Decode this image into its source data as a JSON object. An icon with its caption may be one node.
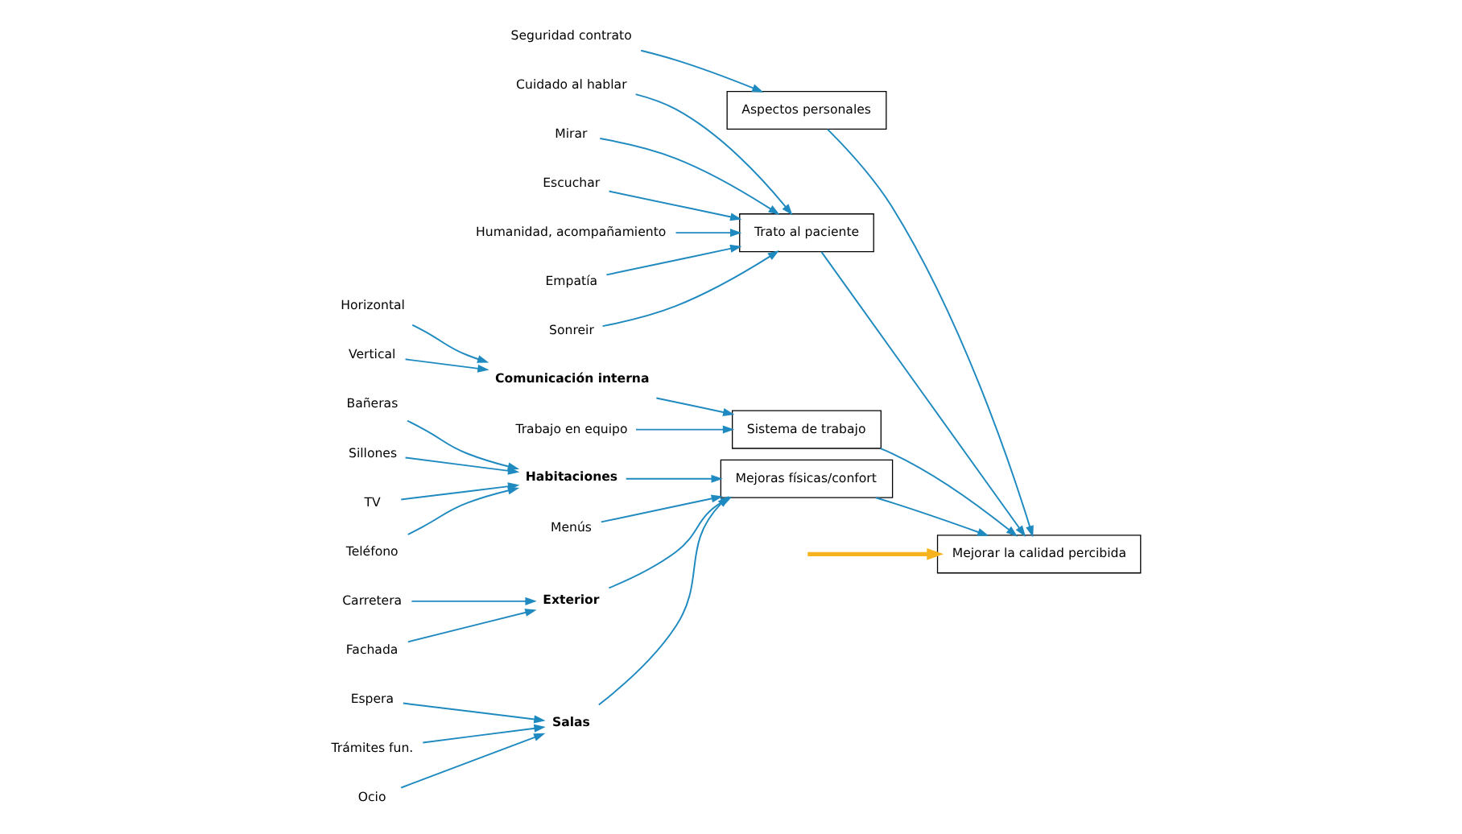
{
  "diagram": {
    "nodes": [
      {
        "text": [
          "Mejorar la calidad percibida"
        ]
      },
      {
        "text": [
          "Aspectos personales"
        ]
      },
      {
        "text": [
          "Seguridad contrato"
        ]
      },
      {
        "text": [
          "Trato al paciente"
        ]
      },
      {
        "text": [
          "Cuidado al hablar"
        ]
      },
      {
        "text": [
          "Mirar"
        ]
      },
      {
        "text": [
          "Escuchar"
        ]
      },
      {
        "text": [
          "Humanidad, acompañamiento"
        ]
      },
      {
        "text": [
          "Empatía"
        ]
      },
      {
        "text": [
          "Sonreir"
        ]
      },
      {
        "text": [
          "Sistema de trabajo"
        ]
      },
      {
        "text": [
          "Comunicación interna"
        ]
      },
      {
        "text": [
          "Horizontal"
        ]
      },
      {
        "text": [
          "Vertical"
        ]
      },
      {
        "text": [
          "Trabajo en equipo"
        ]
      },
      {
        "text": [
          "Mejoras físicas/confort"
        ]
      },
      {
        "text": [
          "Habitaciones"
        ]
      },
      {
        "text": [
          "Bañeras"
        ]
      },
      {
        "text": [
          "Sillones"
        ]
      },
      {
        "text": [
          "TV"
        ]
      },
      {
        "text": [
          "Teléfono"
        ]
      },
      {
        "text": [
          "Menús"
        ]
      },
      {
        "text": [
          "Exterior"
        ]
      },
      {
        "text": [
          "Carretera"
        ]
      },
      {
        "text": [
          "Fachada"
        ]
      },
      {
        "text": [
          "Salas"
        ]
      },
      {
        "text": [
          "Espera"
        ]
      },
      {
        "text": [
          "Trámites fun."
        ]
      },
      {
        "text": [
          "Ocio"
        ]
      }
    ],
    "edges": [
      {
        "from": null,
        "to": 0,
        "arrow": "to",
        "style": "thick",
        "color": "#f7b31e"
      },
      {
        "from": 1,
        "to": 0,
        "arrow": "to"
      },
      {
        "from": 3,
        "to": 0,
        "arrow": "to"
      },
      {
        "from": 10,
        "to": 0,
        "arrow": "to"
      },
      {
        "from": 15,
        "to": 0,
        "arrow": "to"
      },
      {
        "from": 2,
        "to": 1,
        "arrow": "to"
      },
      {
        "from": 4,
        "to": 3,
        "arrow": "to"
      },
      {
        "from": 5,
        "to": 3,
        "arrow": "to"
      },
      {
        "from": 6,
        "to": 3,
        "arrow": "to"
      },
      {
        "from": 7,
        "to": 3,
        "arrow": "to"
      },
      {
        "from": 8,
        "to": 3,
        "arrow": "to"
      },
      {
        "from": 9,
        "to": 3,
        "arrow": "to"
      },
      {
        "from": 11,
        "to": 10,
        "arrow": "to"
      },
      {
        "from": 12,
        "to": 11,
        "arrow": "to"
      },
      {
        "from": 13,
        "to": 11,
        "arrow": "to"
      },
      {
        "from": 14,
        "to": 10,
        "arrow": "to"
      },
      {
        "from": 16,
        "to": 15,
        "arrow": "to"
      },
      {
        "from": 17,
        "to": 16,
        "arrow": "to"
      },
      {
        "from": 18,
        "to": 16,
        "arrow": "to"
      },
      {
        "from": 19,
        "to": 16,
        "arrow": "to"
      },
      {
        "from": 20,
        "to": 16,
        "arrow": "to"
      },
      {
        "from": 21,
        "to": 15,
        "arrow": "to"
      },
      {
        "from": 22,
        "to": 15,
        "arrow": "to"
      },
      {
        "from": 23,
        "to": 22,
        "arrow": "to"
      },
      {
        "from": 24,
        "to": 22,
        "arrow": "to"
      },
      {
        "from": 25,
        "to": 15,
        "arrow": "to"
      },
      {
        "from": 26,
        "to": 25,
        "arrow": "to"
      },
      {
        "from": 27,
        "to": 25,
        "arrow": "to"
      },
      {
        "from": 28,
        "to": 25,
        "arrow": "to"
      }
    ]
  }
}
